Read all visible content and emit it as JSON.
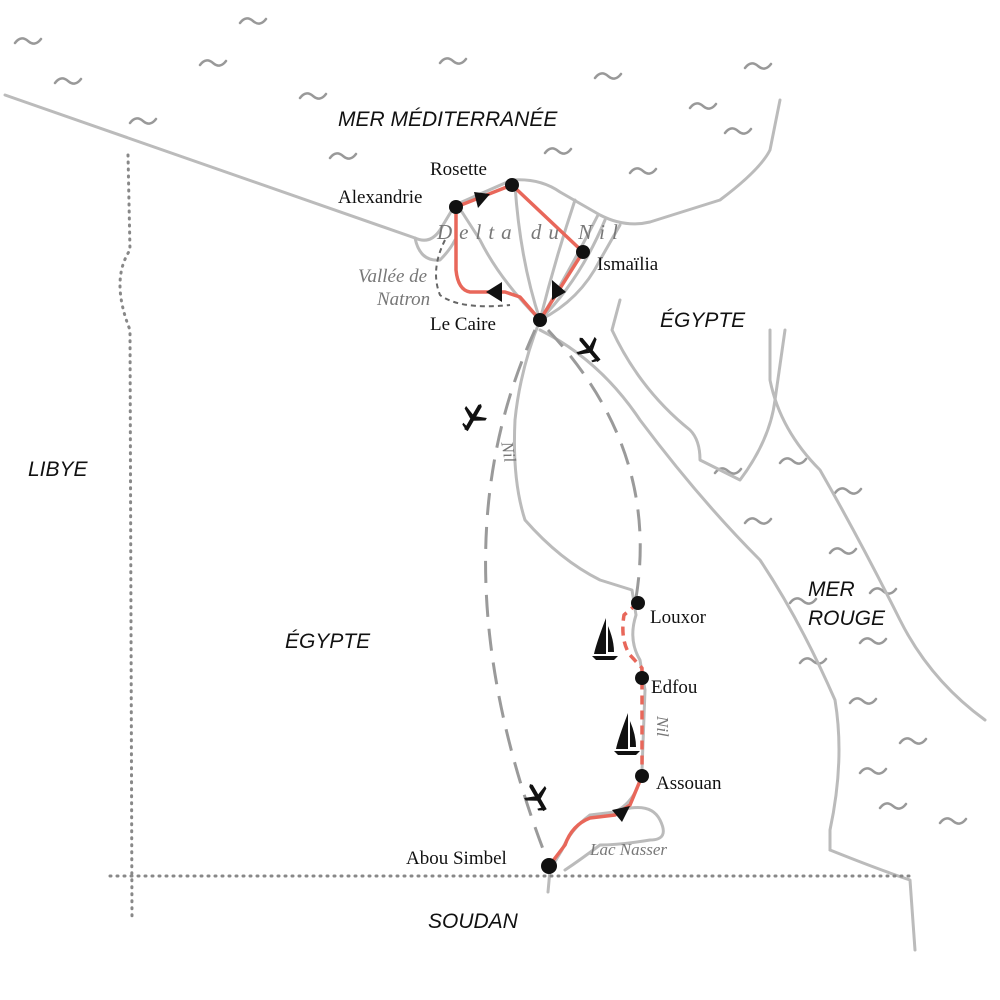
{
  "colors": {
    "route": "#e8675a",
    "land_lines": "#b8b8b8",
    "marker": "#111111",
    "label": "#111111",
    "geo_label": "#777777"
  },
  "regions": {
    "mediterranean": "MER MÉDITERRANÉE",
    "egypt_north": "ÉGYPTE",
    "libya": "LIBYE",
    "egypt": "ÉGYPTE",
    "red_sea_1": "MER",
    "red_sea_2": "ROUGE",
    "sudan": "SOUDAN"
  },
  "geo_labels": {
    "delta": "Delta du Nil",
    "natron_1": "Vallée de",
    "natron_2": "Natron",
    "nile_north": "Nil",
    "nile_south": "Nil",
    "lake": "Lac Nasser"
  },
  "cities": {
    "rosette": "Rosette",
    "alexandria": "Alexandrie",
    "ismailia": "Ismaïlia",
    "cairo": "Le Caire",
    "luxor": "Louxor",
    "edfu": "Edfou",
    "aswan": "Assouan",
    "abu_simbel": "Abou Simbel"
  },
  "icons": {
    "flight": "airplane-icon",
    "cruise": "sailboat-icon",
    "direction": "arrow-icon",
    "sea": "wave-icon"
  }
}
